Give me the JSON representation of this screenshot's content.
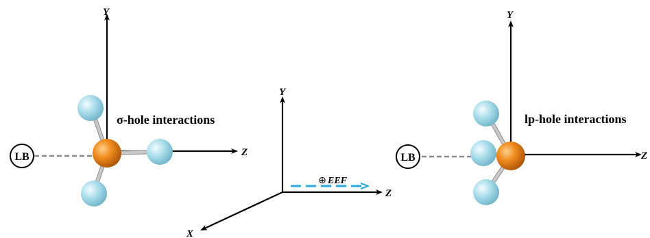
{
  "panels": {
    "left": {
      "caption": "σ-hole interactions",
      "lewis_base_label": "LB",
      "axis_y": "Y",
      "axis_z": "Z"
    },
    "center": {
      "axis_y": "Y",
      "axis_z": "Z",
      "axis_x": "X",
      "field_label": "EEF",
      "field_symbol": "⊕",
      "field_arrow_color": "#29a8e0"
    },
    "right": {
      "caption": "lp-hole interactions",
      "lewis_base_label": "LB",
      "axis_y": "Y",
      "axis_z": "Z"
    }
  },
  "colors": {
    "central_atom": "#f08a1c",
    "substituent_atom": "#a6dcea",
    "axes": "#000000"
  }
}
